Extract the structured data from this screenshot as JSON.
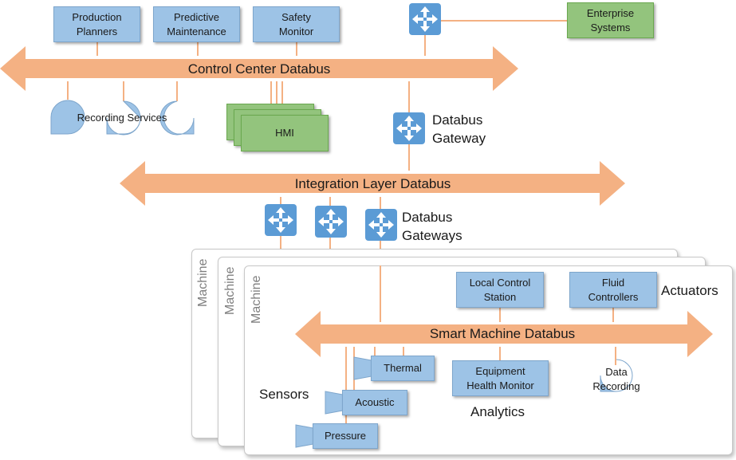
{
  "top_apps": {
    "production_planners": "Production\nPlanners",
    "predictive_maintenance": "Predictive\nMaintenance",
    "safety_monitor": "Safety\nMonitor",
    "enterprise_systems": "Enterprise\nSystems"
  },
  "buses": {
    "control_center": "Control Center Databus",
    "integration_layer": "Integration Layer Databus",
    "smart_machine": "Smart Machine Databus"
  },
  "recording_services": "Recording Services",
  "hmi": "HMI",
  "gateway_labels": {
    "single": "Databus\nGateway",
    "multiple": "Databus\nGateways"
  },
  "machine_label": "Machine",
  "machine_boxes": {
    "local_control_station": "Local Control\nStation",
    "fluid_controllers": "Fluid\nControllers",
    "equipment_health_monitor": "Equipment\nHealth Monitor",
    "data_recording": "Data\nRecording"
  },
  "sensors": {
    "thermal": "Thermal",
    "acoustic": "Acoustic",
    "pressure": "Pressure"
  },
  "section_labels": {
    "actuators": "Actuators",
    "sensors": "Sensors",
    "analytics": "Analytics"
  },
  "colors": {
    "bus": "#f4b183",
    "app_box": "#9dc3e6",
    "green_box": "#93c47d",
    "gateway": "#5b9bd5"
  }
}
